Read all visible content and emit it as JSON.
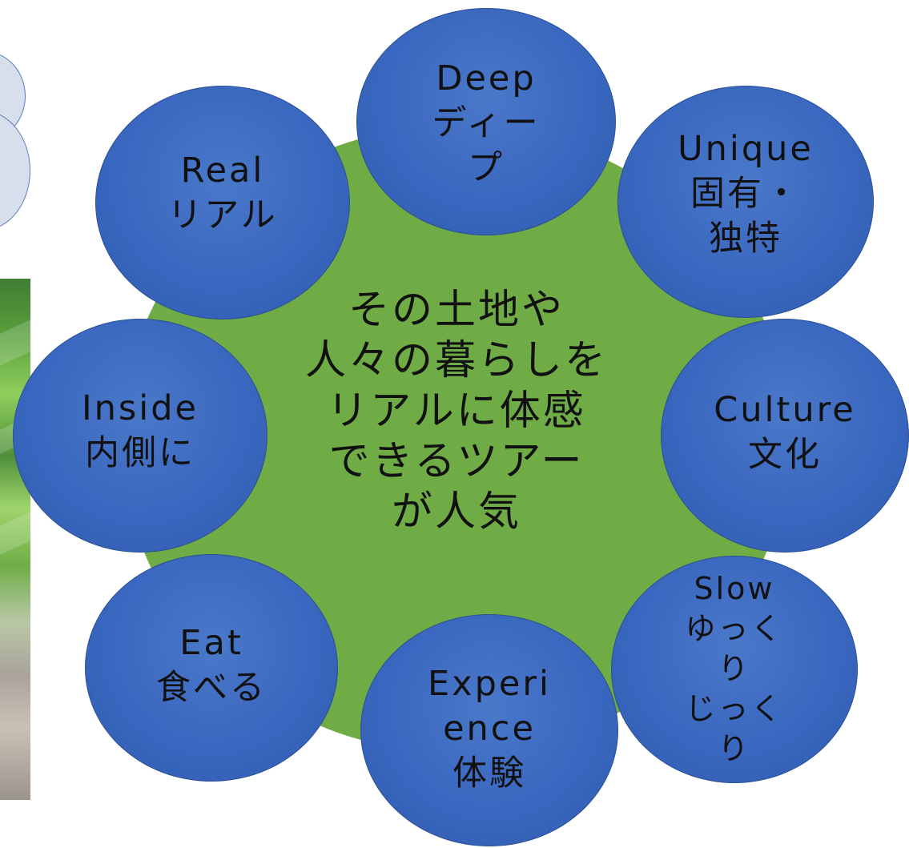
{
  "center": {
    "lines": [
      "その土地や",
      "人々の暮らしを",
      "リアルに体感",
      "できるツアー",
      "が人気"
    ]
  },
  "nodes": [
    {
      "id": "deep",
      "lines": [
        "Deep",
        "ディー",
        "プ"
      ]
    },
    {
      "id": "unique",
      "lines": [
        "Unique",
        "固有・",
        "独特"
      ]
    },
    {
      "id": "culture",
      "lines": [
        "Culture",
        "文化"
      ]
    },
    {
      "id": "slow",
      "lines": [
        "Slow",
        "ゆっく",
        "り",
        "じっく",
        "り"
      ]
    },
    {
      "id": "experience",
      "lines": [
        "Experi",
        "ence",
        "体験"
      ]
    },
    {
      "id": "eat",
      "lines": [
        "Eat",
        "食べる"
      ]
    },
    {
      "id": "inside",
      "lines": [
        "Inside",
        "内側に"
      ]
    },
    {
      "id": "real",
      "lines": [
        "Real",
        "リアル"
      ]
    }
  ],
  "colors": {
    "hub": "#6fac45",
    "node": "#3a67bf",
    "node_border": "#2a4f94",
    "text": "#111111"
  }
}
